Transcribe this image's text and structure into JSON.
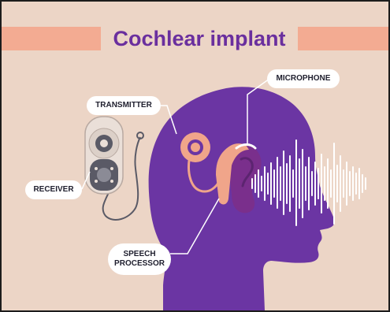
{
  "title": "Cochlear implant",
  "labels": {
    "microphone": "MICROPHONE",
    "transmitter": "TRANSMITTER",
    "receiver": "RECEIVER",
    "speech_processor_line1": "SPEECH",
    "speech_processor_line2": "PROCESSOR"
  },
  "colors": {
    "background": "#ecd5c6",
    "title_band": "#f3ab92",
    "title_text": "#6a2f9e",
    "head": "#6b35a3",
    "ear": "#7a2f8c",
    "device": "#f0a58a",
    "receiver_body": "#eadfd8",
    "receiver_dark": "#5a5a66",
    "sound_wave": "#ffffff"
  },
  "icons": [
    "head-silhouette",
    "ear-icon",
    "transmitter-coil-icon",
    "speech-processor-icon",
    "receiver-device-icon",
    "sound-wave-icon"
  ]
}
